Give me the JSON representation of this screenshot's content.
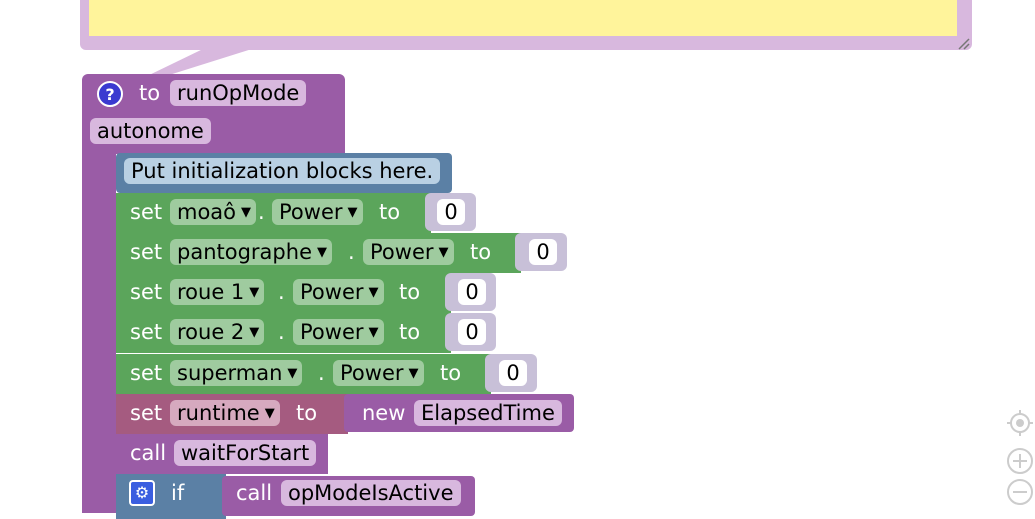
{
  "comment_note": {
    "text": ""
  },
  "function_block": {
    "help_glyph": "?",
    "to_label": "to",
    "name": "runOpMode",
    "comment_field": "autonome"
  },
  "init_comment": "Put initialization blocks here.",
  "set_blocks": [
    {
      "set": "set",
      "device": "moaô",
      "property": "Power",
      "to": "to",
      "value": "0"
    },
    {
      "set": "set",
      "device": "pantographe",
      "property": "Power",
      "to": "to",
      "value": "0"
    },
    {
      "set": "set",
      "device": "roue 1",
      "property": "Power",
      "to": "to",
      "value": "0"
    },
    {
      "set": "set",
      "device": "roue 2",
      "property": "Power",
      "to": "to",
      "value": "0"
    },
    {
      "set": "set",
      "device": "superman",
      "property": "Power",
      "to": "to",
      "value": "0"
    }
  ],
  "dot": ".",
  "variable_set": {
    "set": "set",
    "variable": "runtime",
    "to": "to",
    "new_label": "new",
    "class_name": "ElapsedTime"
  },
  "call_wait": {
    "call": "call",
    "name": "waitForStart"
  },
  "if_block": {
    "if": "if",
    "call": "call",
    "name": "opModeIsActive"
  },
  "zoom_controls": {
    "center": "target-icon",
    "zoom_in": "plus-icon",
    "zoom_out": "minus-icon"
  },
  "colors": {
    "procedure": "#9a5ca6",
    "motor_block": "#5ba55b",
    "comment_block": "#5b80a5",
    "variable_block": "#a55b80",
    "logic_block": "#5b80a5",
    "note_fill": "#fff49b",
    "note_border": "#d8b8de"
  }
}
